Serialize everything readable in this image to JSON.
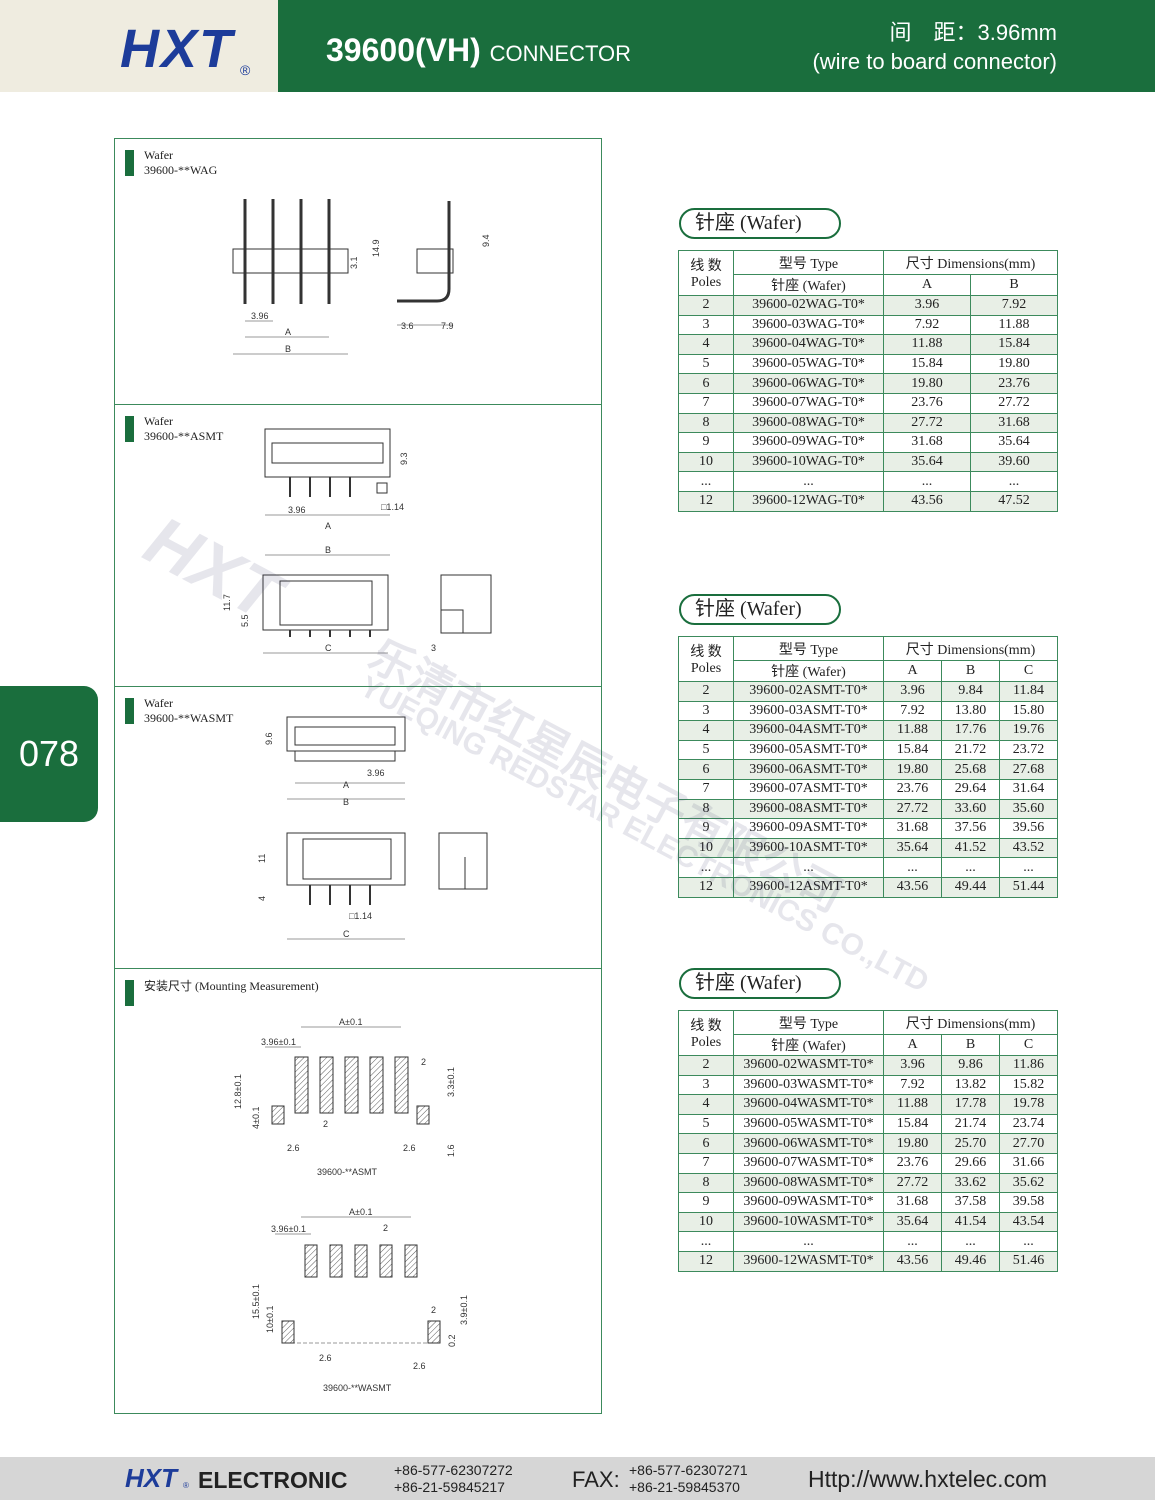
{
  "header": {
    "brand": "HXT",
    "reg": "®",
    "model": "39600(VH)",
    "model_suffix": "CONNECTOR",
    "pitch": "间　距：3.96mm",
    "subtitle": "(wire to board connector)"
  },
  "page_number": "078",
  "sections": [
    {
      "label": "Wafer",
      "part": "39600-**WAG",
      "dims": [
        "3.96",
        "A",
        "B",
        "3.1",
        "14.9",
        "9.4",
        "3.6",
        "7.9"
      ]
    },
    {
      "label": "Wafer",
      "part": "39600-**ASMT",
      "dims": [
        "9.3",
        "3.96",
        "□1.14",
        "A",
        "B",
        "11.7",
        "5.5",
        "C",
        "3"
      ]
    },
    {
      "label": "Wafer",
      "part": "39600-**WASMT",
      "dims": [
        "9.6",
        "3.96",
        "A",
        "B",
        "11",
        "4",
        "□1.14",
        "C"
      ]
    },
    {
      "label": "安装尺寸 (Mounting Measurement)",
      "dims": [
        "A±0.1",
        "3.96±0.1",
        "12.8±0.1",
        "4±0.1",
        "2",
        "3.3±0.1",
        "2",
        "2.6",
        "2.6",
        "1.6",
        "39600-**ASMT",
        "A±0.1",
        "3.96±0.1",
        "2",
        "15.5±0.1",
        "10±0.1",
        "2",
        "3.9±0.1",
        "0.2",
        "2.6",
        "2.6",
        "39600-**WASMT"
      ]
    }
  ],
  "tables": [
    {
      "title": "针座 (Wafer)",
      "h_poles": "线 数",
      "h_poles2": "Poles",
      "h_type": "型号 Type",
      "h_type2": "针座 (Wafer)",
      "h_dim": "尺寸 Dimensions(mm)",
      "cols": [
        "A",
        "B"
      ],
      "rows": [
        [
          "2",
          "39600-02WAG-T0*",
          "3.96",
          "7.92"
        ],
        [
          "3",
          "39600-03WAG-T0*",
          "7.92",
          "11.88"
        ],
        [
          "4",
          "39600-04WAG-T0*",
          "11.88",
          "15.84"
        ],
        [
          "5",
          "39600-05WAG-T0*",
          "15.84",
          "19.80"
        ],
        [
          "6",
          "39600-06WAG-T0*",
          "19.80",
          "23.76"
        ],
        [
          "7",
          "39600-07WAG-T0*",
          "23.76",
          "27.72"
        ],
        [
          "8",
          "39600-08WAG-T0*",
          "27.72",
          "31.68"
        ],
        [
          "9",
          "39600-09WAG-T0*",
          "31.68",
          "35.64"
        ],
        [
          "10",
          "39600-10WAG-T0*",
          "35.64",
          "39.60"
        ],
        [
          "...",
          "...",
          "...",
          "..."
        ],
        [
          "12",
          "39600-12WAG-T0*",
          "43.56",
          "47.52"
        ]
      ]
    },
    {
      "title": "针座 (Wafer)",
      "h_poles": "线 数",
      "h_poles2": "Poles",
      "h_type": "型号 Type",
      "h_type2": "针座 (Wafer)",
      "h_dim": "尺寸 Dimensions(mm)",
      "cols": [
        "A",
        "B",
        "C"
      ],
      "rows": [
        [
          "2",
          "39600-02ASMT-T0*",
          "3.96",
          "9.84",
          "11.84"
        ],
        [
          "3",
          "39600-03ASMT-T0*",
          "7.92",
          "13.80",
          "15.80"
        ],
        [
          "4",
          "39600-04ASMT-T0*",
          "11.88",
          "17.76",
          "19.76"
        ],
        [
          "5",
          "39600-05ASMT-T0*",
          "15.84",
          "21.72",
          "23.72"
        ],
        [
          "6",
          "39600-06ASMT-T0*",
          "19.80",
          "25.68",
          "27.68"
        ],
        [
          "7",
          "39600-07ASMT-T0*",
          "23.76",
          "29.64",
          "31.64"
        ],
        [
          "8",
          "39600-08ASMT-T0*",
          "27.72",
          "33.60",
          "35.60"
        ],
        [
          "9",
          "39600-09ASMT-T0*",
          "31.68",
          "37.56",
          "39.56"
        ],
        [
          "10",
          "39600-10ASMT-T0*",
          "35.64",
          "41.52",
          "43.52"
        ],
        [
          "...",
          "...",
          "...",
          "...",
          "..."
        ],
        [
          "12",
          "39600-12ASMT-T0*",
          "43.56",
          "49.44",
          "51.44"
        ]
      ]
    },
    {
      "title": "针座 (Wafer)",
      "h_poles": "线 数",
      "h_poles2": "Poles",
      "h_type": "型号 Type",
      "h_type2": "针座 (Wafer)",
      "h_dim": "尺寸 Dimensions(mm)",
      "cols": [
        "A",
        "B",
        "C"
      ],
      "rows": [
        [
          "2",
          "39600-02WASMT-T0*",
          "3.96",
          "9.86",
          "11.86"
        ],
        [
          "3",
          "39600-03WASMT-T0*",
          "7.92",
          "13.82",
          "15.82"
        ],
        [
          "4",
          "39600-04WASMT-T0*",
          "11.88",
          "17.78",
          "19.78"
        ],
        [
          "5",
          "39600-05WASMT-T0*",
          "15.84",
          "21.74",
          "23.74"
        ],
        [
          "6",
          "39600-06WASMT-T0*",
          "19.80",
          "25.70",
          "27.70"
        ],
        [
          "7",
          "39600-07WASMT-T0*",
          "23.76",
          "29.66",
          "31.66"
        ],
        [
          "8",
          "39600-08WASMT-T0*",
          "27.72",
          "33.62",
          "35.62"
        ],
        [
          "9",
          "39600-09WASMT-T0*",
          "31.68",
          "37.58",
          "39.58"
        ],
        [
          "10",
          "39600-10WASMT-T0*",
          "35.64",
          "41.54",
          "43.54"
        ],
        [
          "...",
          "...",
          "...",
          "...",
          "..."
        ],
        [
          "12",
          "39600-12WASMT-T0*",
          "43.56",
          "49.46",
          "51.46"
        ]
      ]
    }
  ],
  "watermark": {
    "logo": "HXT",
    "cn": "乐清市红星辰电子有限公司",
    "en": "YUEQING REDSTAR ELECTRONICS CO.,LTD"
  },
  "footer": {
    "brand": "HXT",
    "reg": "®",
    "company": "ELECTRONIC",
    "tel1": "+86-577-62307272",
    "tel2": "+86-21-59845217",
    "fax_label": "FAX:",
    "fax1": "+86-577-62307271",
    "fax2": "+86-21-59845370",
    "url": "Http://www.hxtelec.com"
  }
}
